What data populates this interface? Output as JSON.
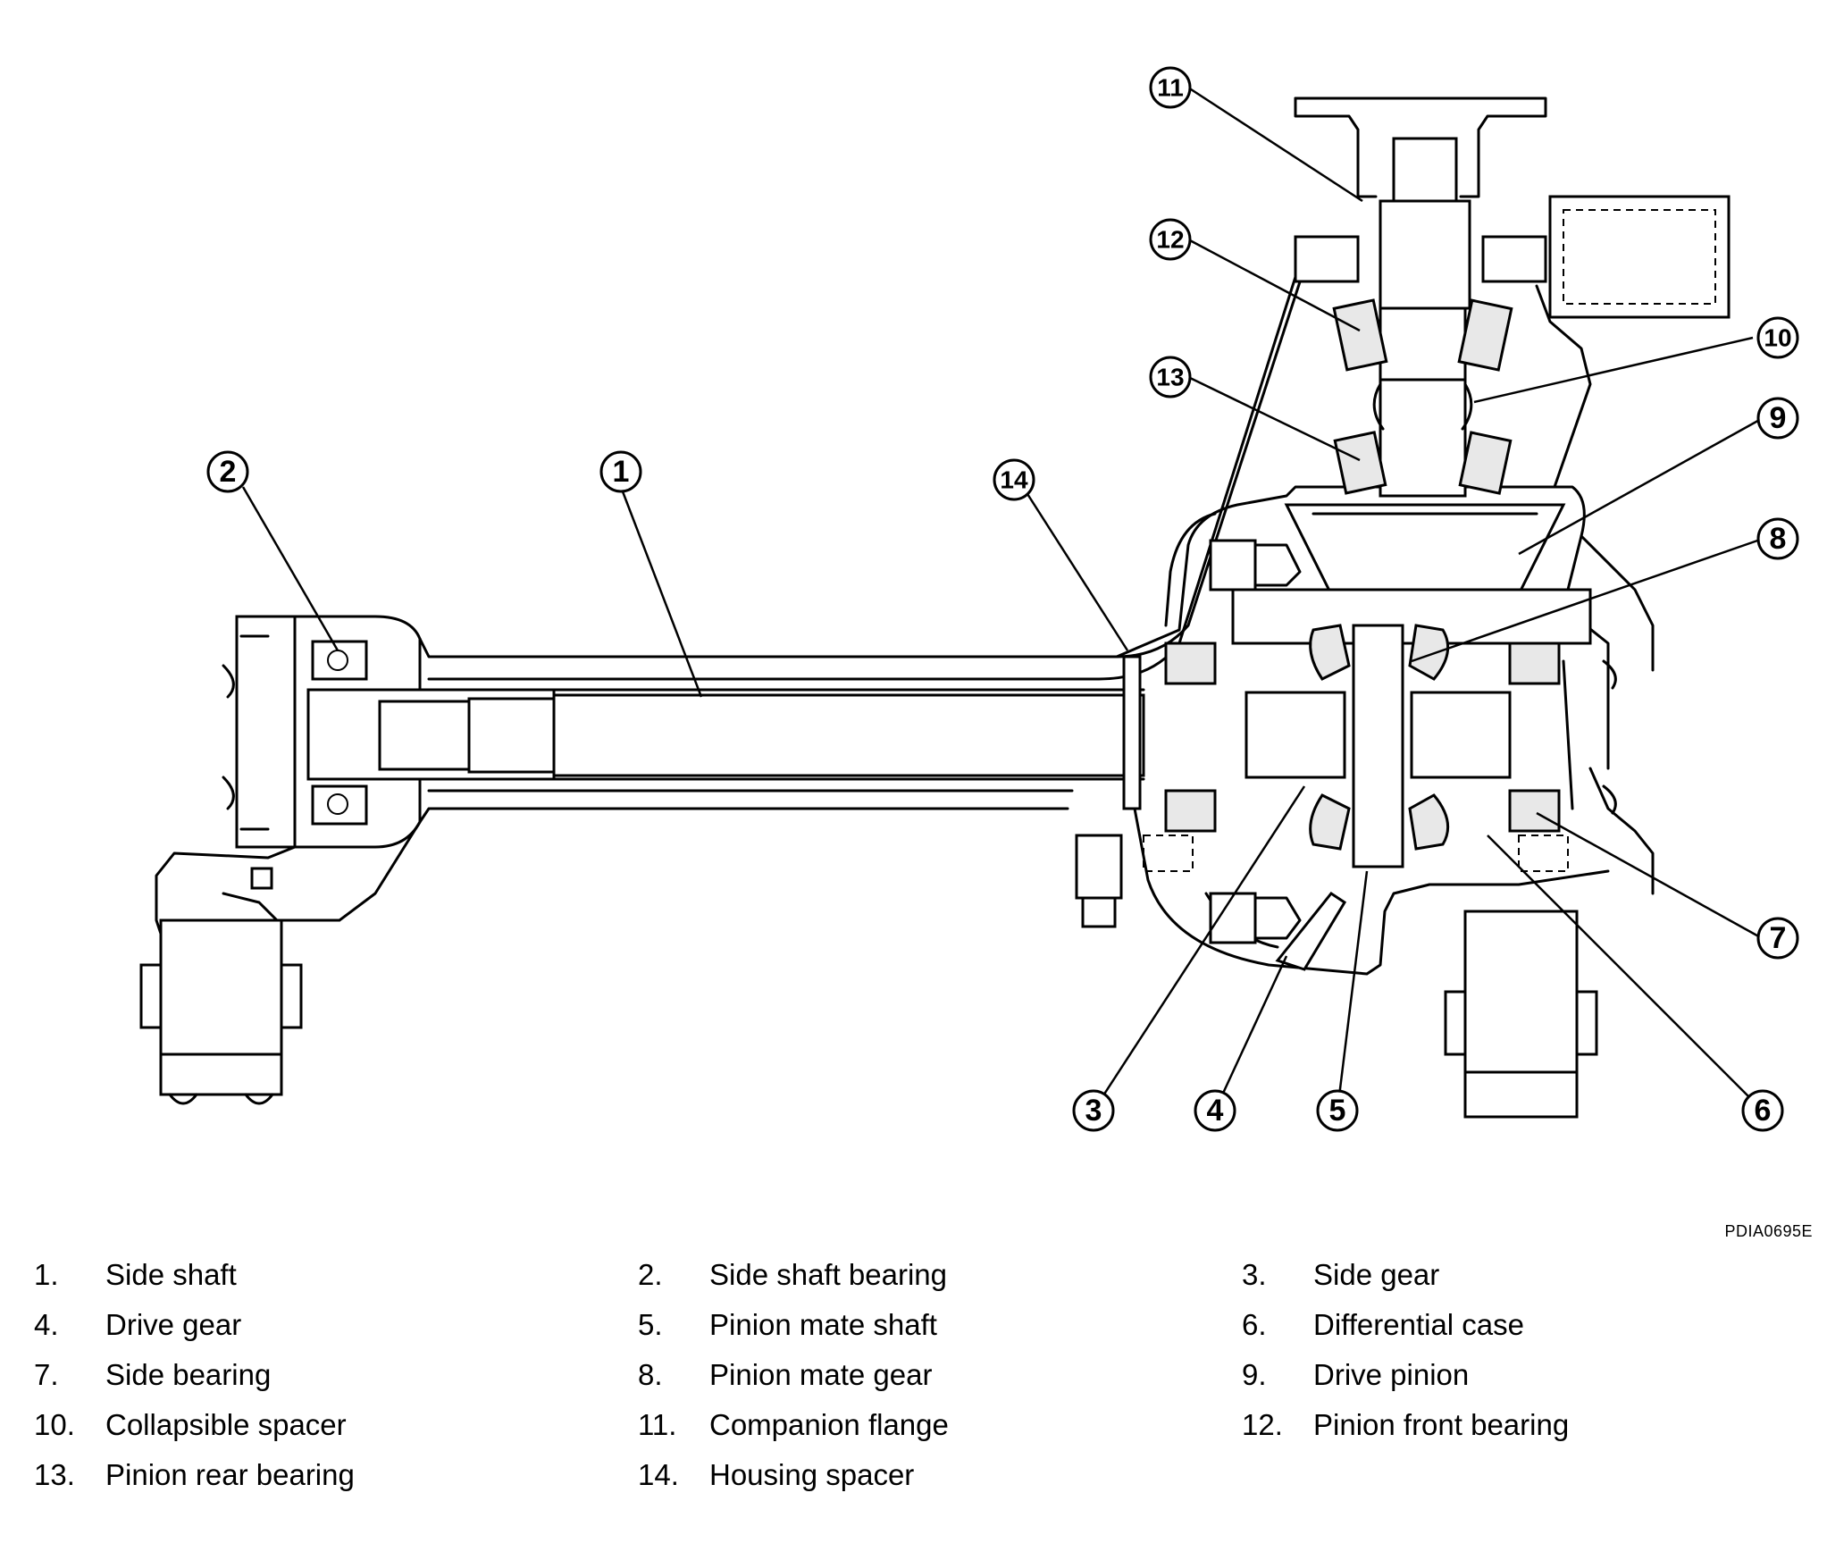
{
  "figure_code": "PDIA0695E",
  "callouts": [
    {
      "number": "1"
    },
    {
      "number": "2"
    },
    {
      "number": "3"
    },
    {
      "number": "4"
    },
    {
      "number": "5"
    },
    {
      "number": "6"
    },
    {
      "number": "7"
    },
    {
      "number": "8"
    },
    {
      "number": "9"
    },
    {
      "number": "10"
    },
    {
      "number": "11"
    },
    {
      "number": "12"
    },
    {
      "number": "13"
    },
    {
      "number": "14"
    }
  ],
  "legend": [
    {
      "number": "1.",
      "label": "Side shaft"
    },
    {
      "number": "2.",
      "label": "Side shaft bearing"
    },
    {
      "number": "3.",
      "label": "Side gear"
    },
    {
      "number": "4.",
      "label": "Drive gear"
    },
    {
      "number": "5.",
      "label": "Pinion mate shaft"
    },
    {
      "number": "6.",
      "label": "Differential case"
    },
    {
      "number": "7.",
      "label": "Side bearing"
    },
    {
      "number": "8.",
      "label": "Pinion mate gear"
    },
    {
      "number": "9.",
      "label": "Drive pinion"
    },
    {
      "number": "10.",
      "label": "Collapsible spacer"
    },
    {
      "number": "11.",
      "label": "Companion flange"
    },
    {
      "number": "12.",
      "label": "Pinion front bearing"
    },
    {
      "number": "13.",
      "label": "Pinion rear bearing"
    },
    {
      "number": "14.",
      "label": "Housing spacer"
    }
  ]
}
